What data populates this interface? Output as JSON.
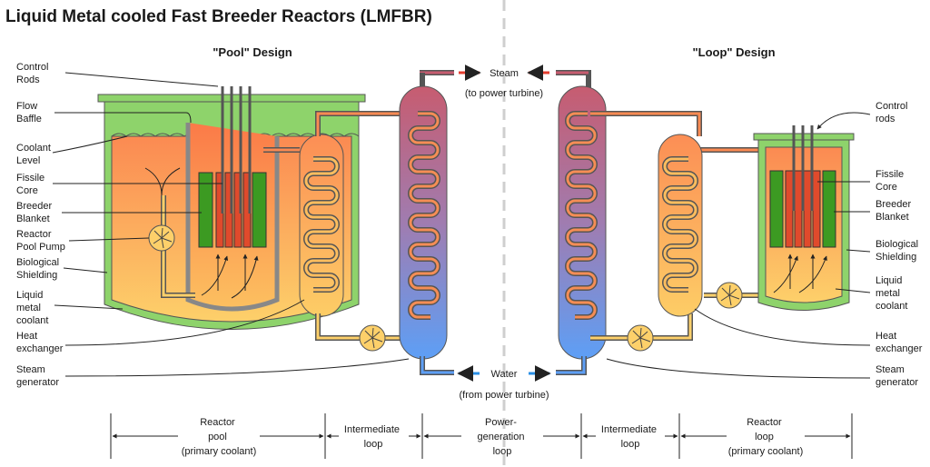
{
  "title": "Liquid Metal cooled Fast Breeder Reactors (LMFBR)",
  "pool_design": {
    "heading": "\"Pool\" Design",
    "labels": {
      "control_rods": [
        "Control",
        "Rods"
      ],
      "flow_baffle": [
        "Flow",
        "Baffle"
      ],
      "coolant_level": [
        "Coolant",
        "Level"
      ],
      "fissile_core": [
        "Fissile",
        "Core"
      ],
      "breeder_blanket": [
        "Breeder",
        "Blanket"
      ],
      "reactor_pool_pump": [
        "Reactor",
        "Pool Pump"
      ],
      "biological_shielding": [
        "Biological",
        "Shielding"
      ],
      "liquid_metal_coolant": [
        "Liquid",
        "metal",
        "coolant"
      ],
      "heat_exchanger": [
        "Heat",
        "exchanger"
      ],
      "steam_generator": [
        "Steam",
        "generator"
      ]
    }
  },
  "loop_design": {
    "heading": "\"Loop\" Design",
    "labels": {
      "control_rods": [
        "Control",
        "rods"
      ],
      "fissile_core": [
        "Fissile",
        "Core"
      ],
      "breeder_blanket": [
        "Breeder",
        "Blanket"
      ],
      "biological_shielding": [
        "Biological",
        "Shielding"
      ],
      "liquid_metal_coolant": [
        "Liquid",
        "metal",
        "coolant"
      ],
      "heat_exchanger": [
        "Heat",
        "exchanger"
      ],
      "steam_generator": [
        "Steam",
        "generator"
      ]
    }
  },
  "center": {
    "steam": "Steam",
    "steam_note": "(to power turbine)",
    "water": "Water",
    "water_note": "(from power turbine)"
  },
  "scale": [
    {
      "lines": [
        "Reactor",
        "pool",
        "(primary coolant)"
      ]
    },
    {
      "lines": [
        "Intermediate",
        "loop"
      ]
    },
    {
      "lines": [
        "Power-",
        "generation",
        "loop"
      ]
    },
    {
      "lines": [
        "Intermediate",
        "loop"
      ]
    },
    {
      "lines": [
        "Reactor",
        "loop",
        "(primary coolant)"
      ]
    }
  ],
  "colors": {
    "shield_green": "#8ed36b",
    "pool_fill_top": "#fb8a52",
    "pool_fill_bottom": "#fdd06a",
    "blanket_green": "#3c9a22",
    "core_red": "#e04a2c",
    "steam_red": "#e33d2f",
    "water_blue": "#2a8fe6",
    "sg_top": "#c45d72",
    "sg_bottom": "#5f9ef5"
  }
}
